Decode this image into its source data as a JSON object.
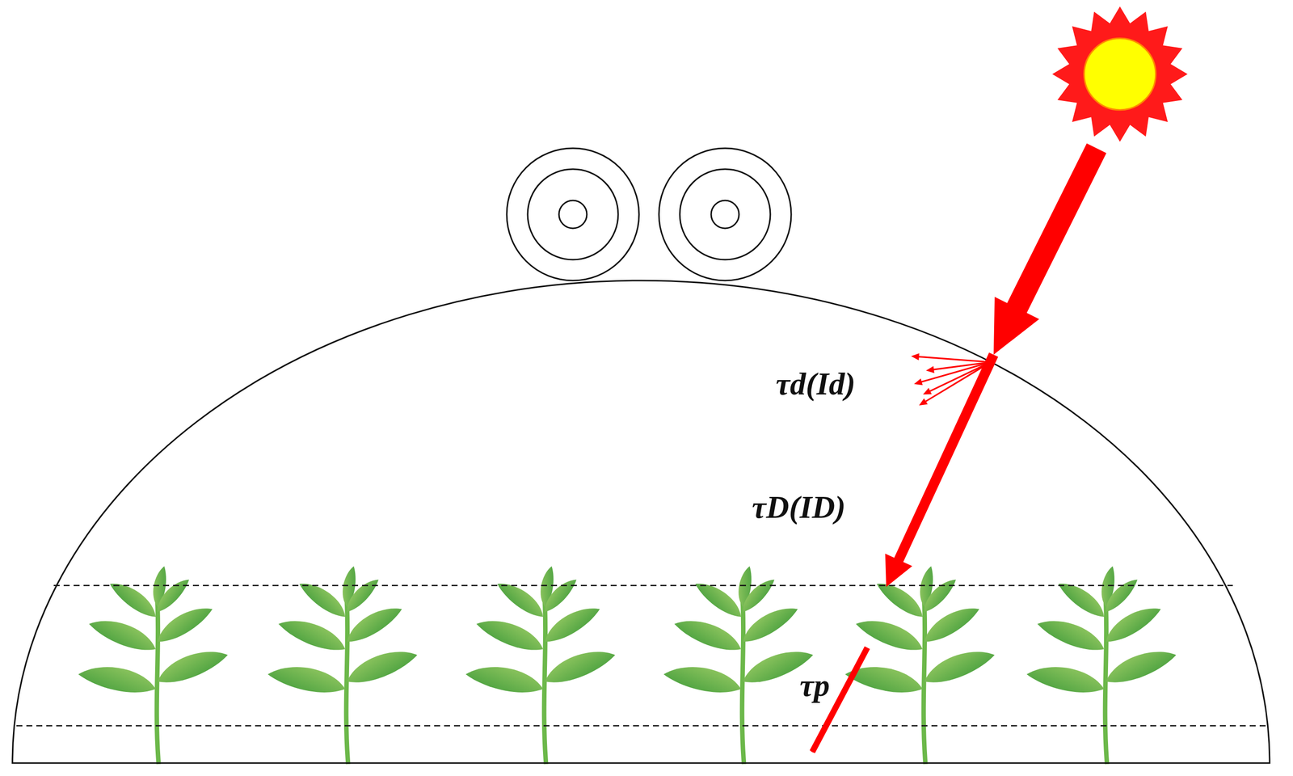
{
  "diagram": {
    "labels": [
      "τd(Id)",
      "τD(ID)",
      "τp"
    ]
  }
}
